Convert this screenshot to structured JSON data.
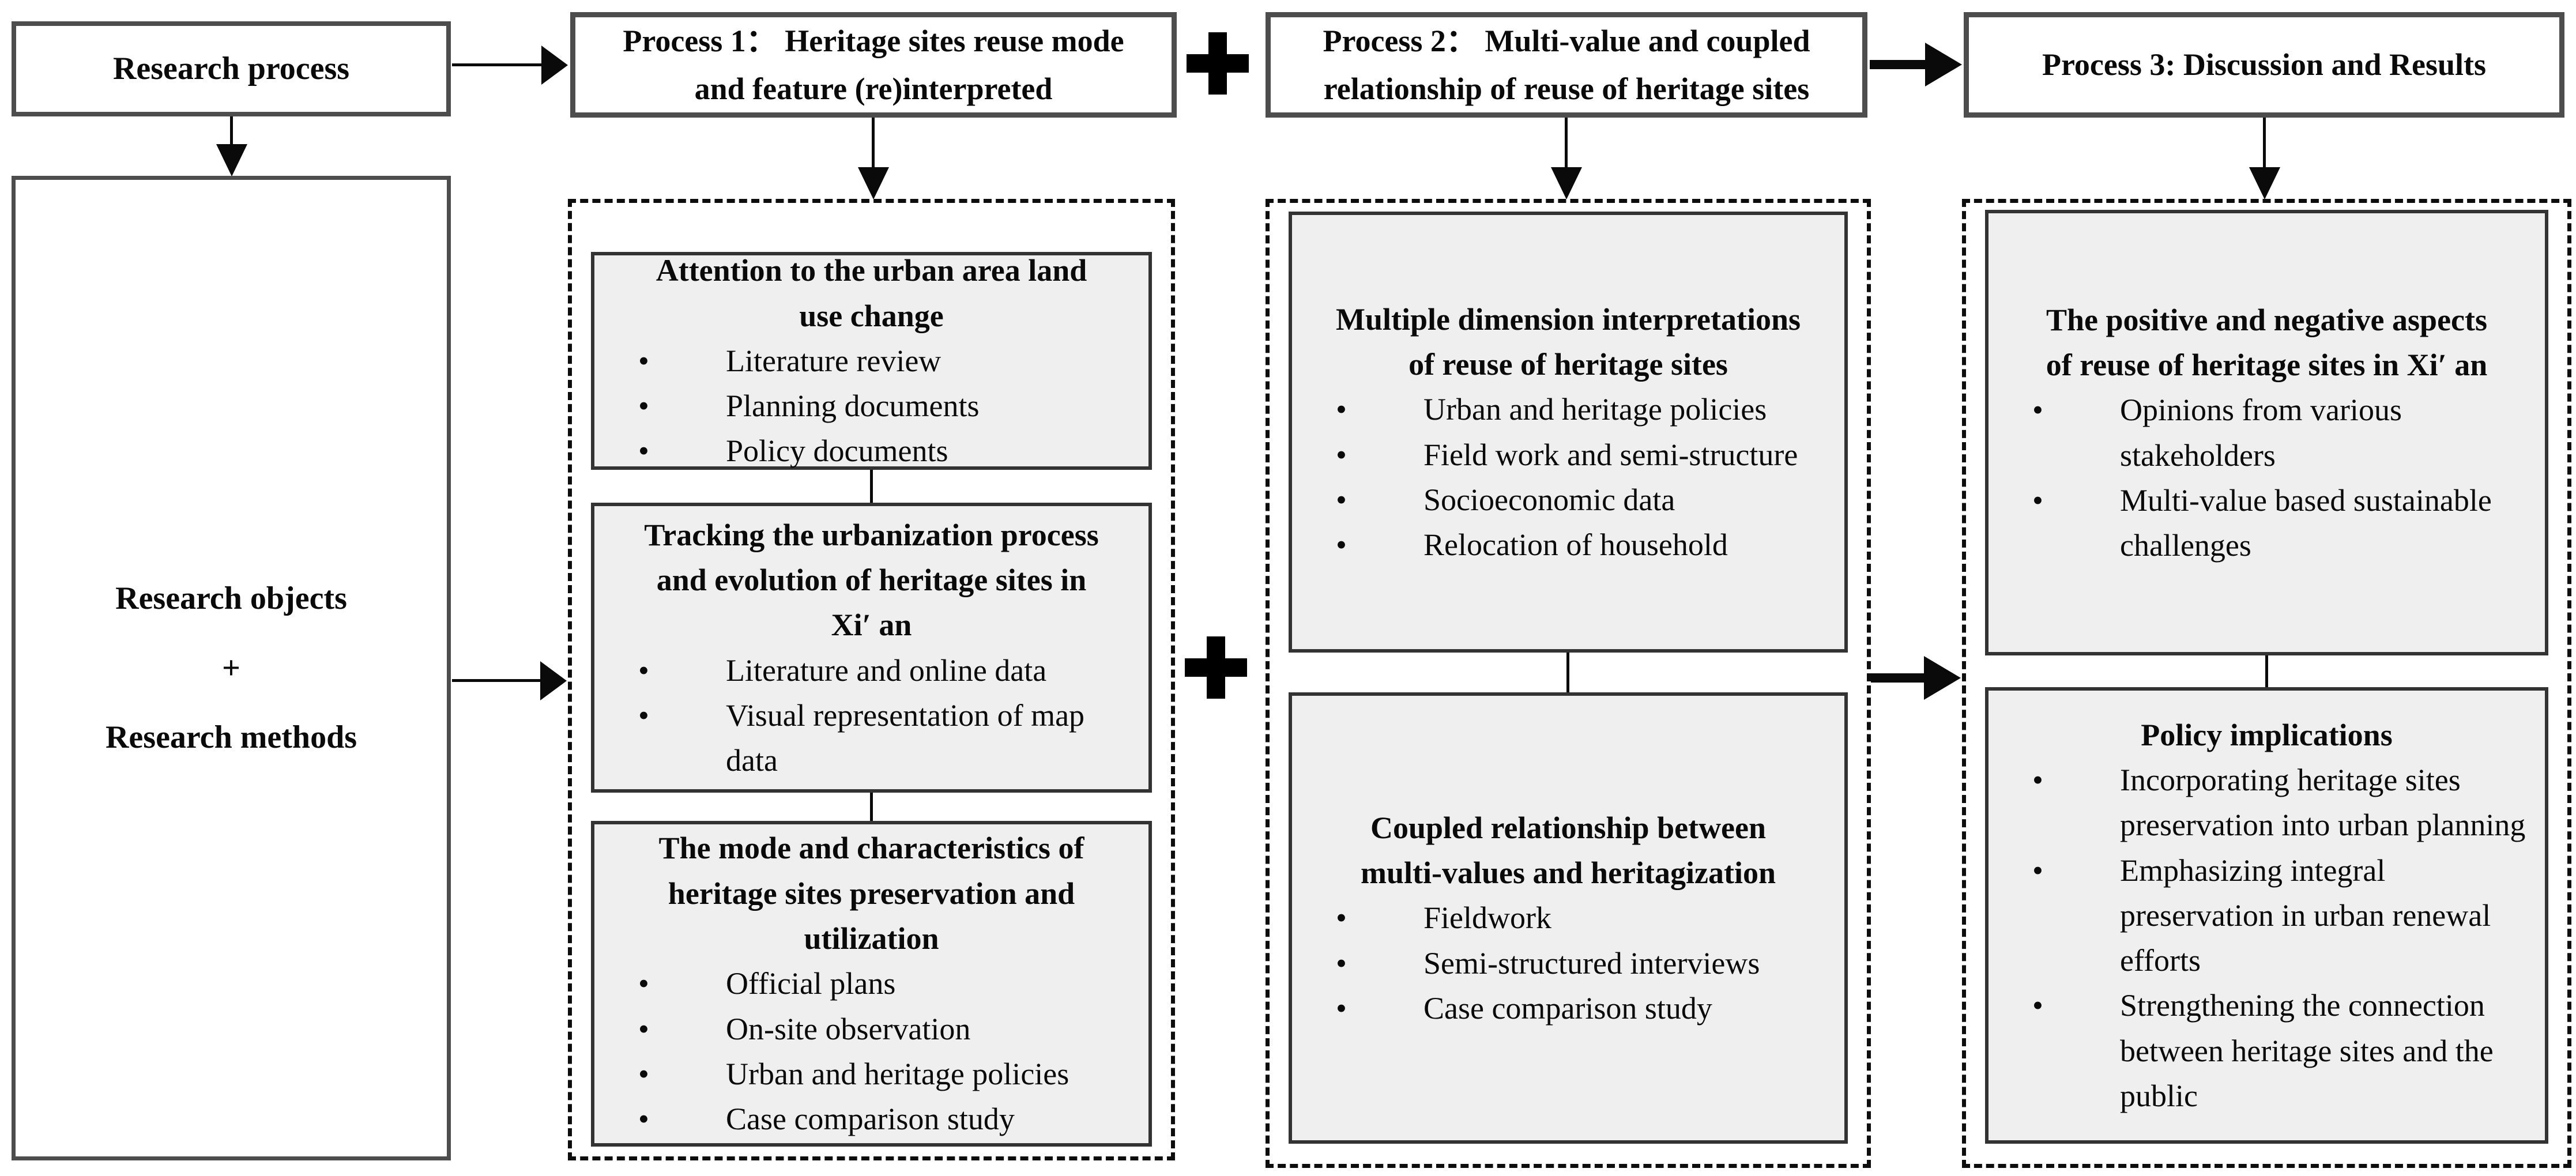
{
  "ui": {
    "bullet_char": "•"
  },
  "icons": {
    "plus": "heavy-plus",
    "arrow": "solid-arrow"
  },
  "colors": {
    "background": "#ffffff",
    "inner_box_fill": "#efefef",
    "inner_box_border": "#333333",
    "outer_box_border": "#4d4d4d",
    "dashed_border": "#0d0d0d",
    "text": "#0a0a0a"
  },
  "left": {
    "header": "Research process",
    "body_lines": [
      "Research objects",
      "+",
      "Research methods"
    ]
  },
  "p1": {
    "header_lines": [
      "Process 1： Heritage sites reuse mode",
      "and feature (re)interpreted"
    ],
    "boxes": [
      {
        "title_lines": [
          "Attention to the urban area land",
          "use change"
        ],
        "bullets": [
          "Literature review",
          "Planning documents",
          "Policy documents"
        ]
      },
      {
        "title_lines": [
          "Tracking the urbanization process",
          "and evolution of heritage sites in",
          "Xi′ an"
        ],
        "bullets": [
          "Literature and online data",
          "Visual representation of map data"
        ]
      },
      {
        "title_lines": [
          "The mode and characteristics of",
          "heritage sites preservation and",
          "utilization"
        ],
        "bullets": [
          "Official plans",
          "On-site observation",
          "Urban and heritage policies",
          "Case comparison study"
        ]
      }
    ]
  },
  "p2": {
    "header_lines": [
      "Process 2： Multi-value and coupled",
      "relationship of reuse of heritage sites"
    ],
    "boxes": [
      {
        "title_lines": [
          "Multiple dimension interpretations",
          "of reuse of heritage sites"
        ],
        "bullets": [
          "Urban and heritage policies",
          "Field work and semi-structure",
          "Socioeconomic data",
          "Relocation of household"
        ]
      },
      {
        "title_lines": [
          "Coupled relationship between",
          "multi-values and heritagization"
        ],
        "bullets": [
          "Fieldwork",
          "Semi-structured interviews",
          "Case comparison study"
        ]
      }
    ]
  },
  "p3": {
    "header_lines": [
      "Process 3: Discussion and Results"
    ],
    "boxes": [
      {
        "title_lines": [
          "The positive and negative aspects",
          "of reuse of heritage sites in Xi′ an"
        ],
        "bullets": [
          "Opinions from various stakeholders",
          "Multi-value based sustainable challenges"
        ]
      },
      {
        "title_lines": [
          "Policy implications"
        ],
        "bullets": [
          "Incorporating heritage sites preservation into urban planning",
          "Emphasizing integral preservation in urban renewal efforts",
          "Strengthening the connection between heritage sites and the public"
        ]
      }
    ]
  }
}
